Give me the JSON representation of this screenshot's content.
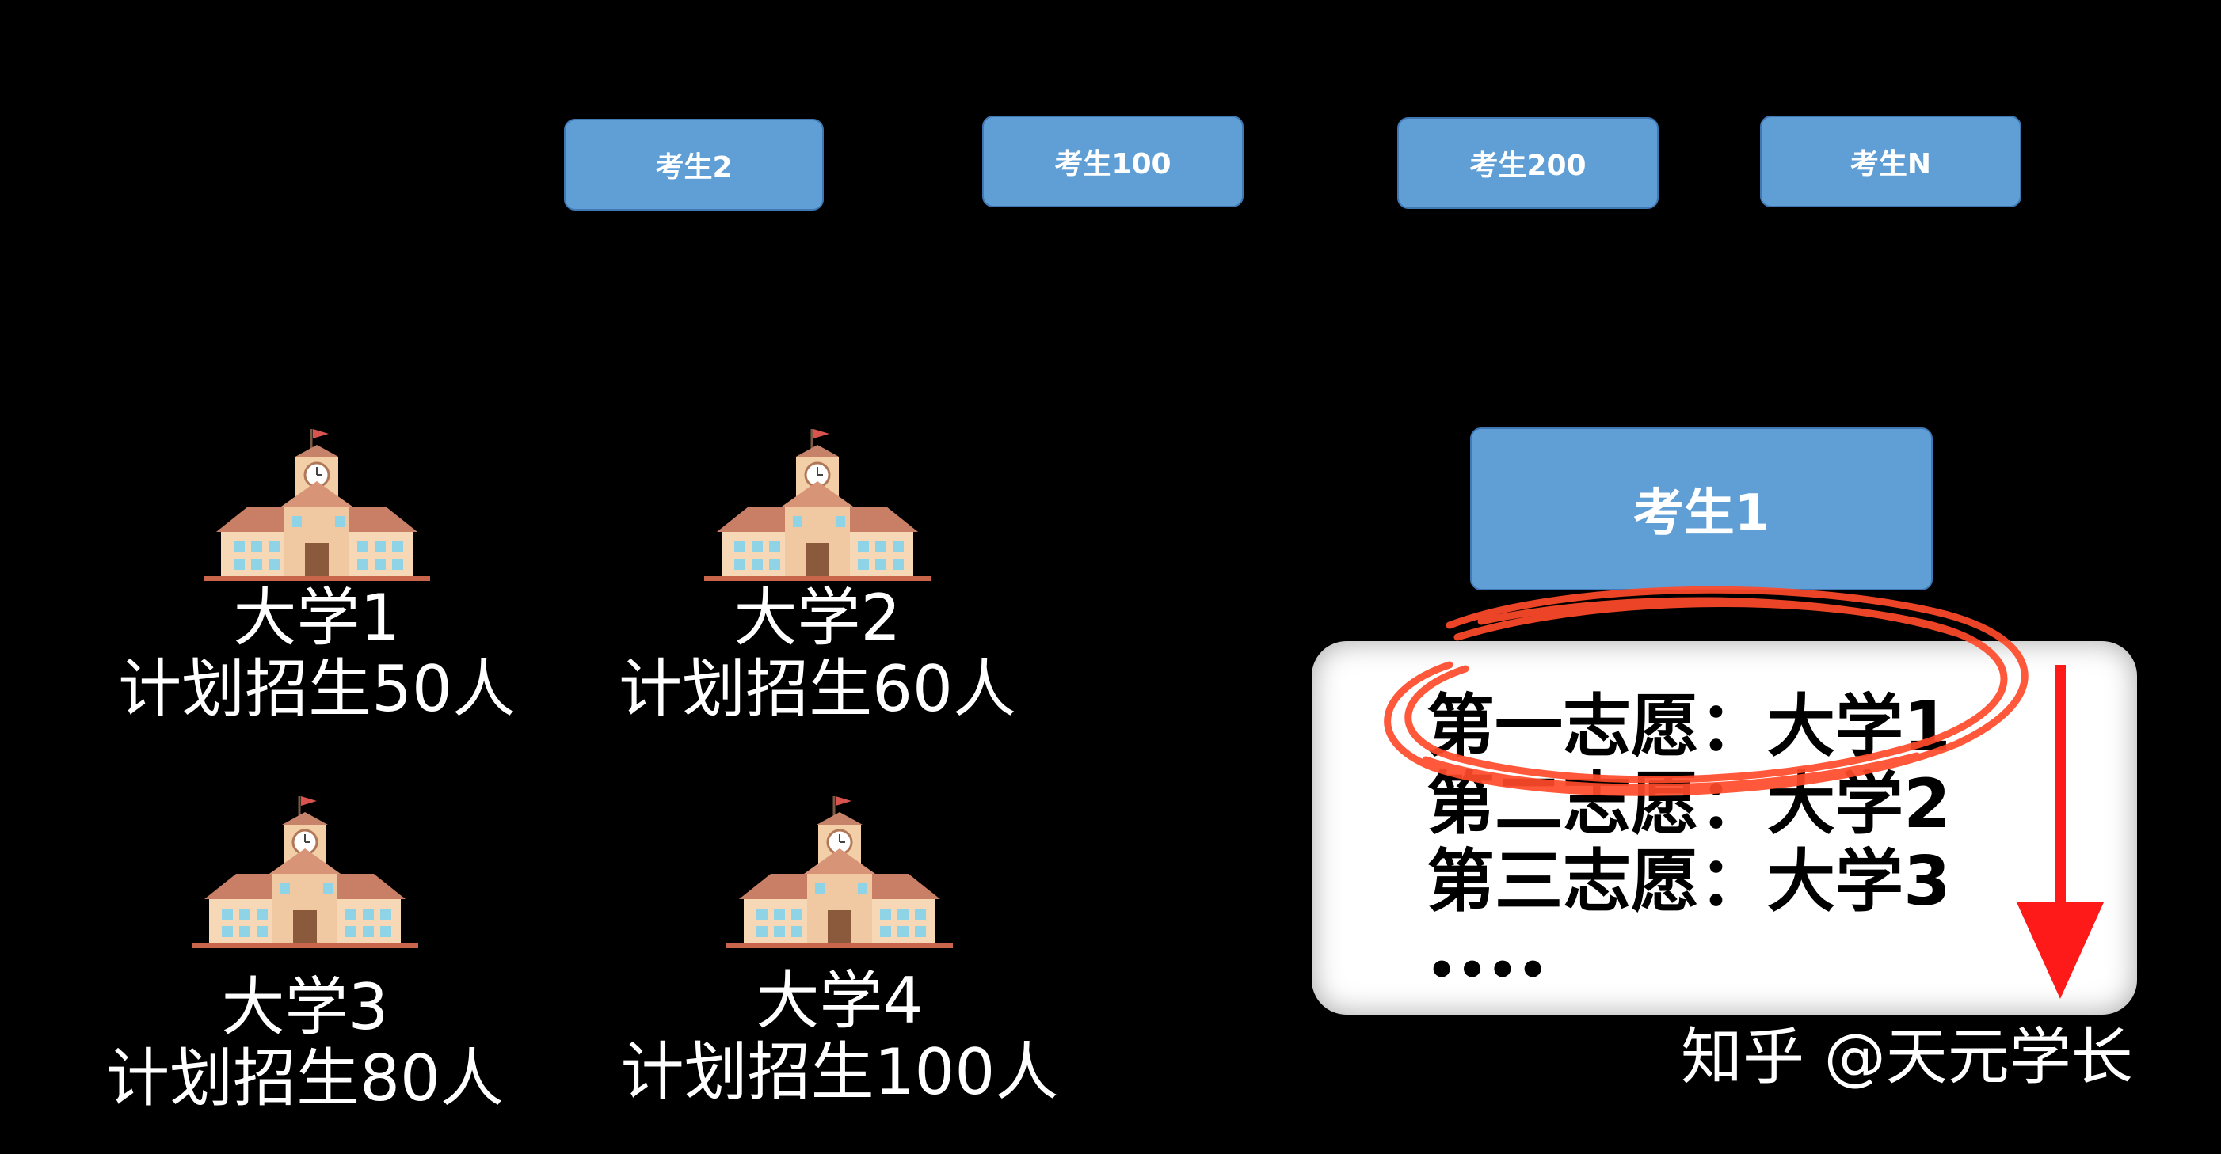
{
  "students": {
    "s2": "考生2",
    "s100": "考生100",
    "s200": "考生200",
    "sN": "考生N",
    "s1": "考生1"
  },
  "universities": [
    {
      "name": "大学1",
      "plan": "计划招生50人"
    },
    {
      "name": "大学2",
      "plan": "计划招生60人"
    },
    {
      "name": "大学3",
      "plan": "计划招生80人"
    },
    {
      "name": "大学4",
      "plan": "计划招生100人"
    }
  ],
  "preferences": {
    "first": "第一志愿：大学1",
    "second": "第二志愿：大学2",
    "third": "第三志愿：大学3",
    "more": "••••"
  },
  "watermark": "知乎 @天元学长",
  "colors": {
    "background": "#000000",
    "student_box": "#5f9fd6",
    "highlight_circle": "#ff4a2a",
    "arrow": "#ff1a1a"
  },
  "icons": {
    "university": "school-building-icon",
    "arrow": "down-arrow-icon"
  }
}
